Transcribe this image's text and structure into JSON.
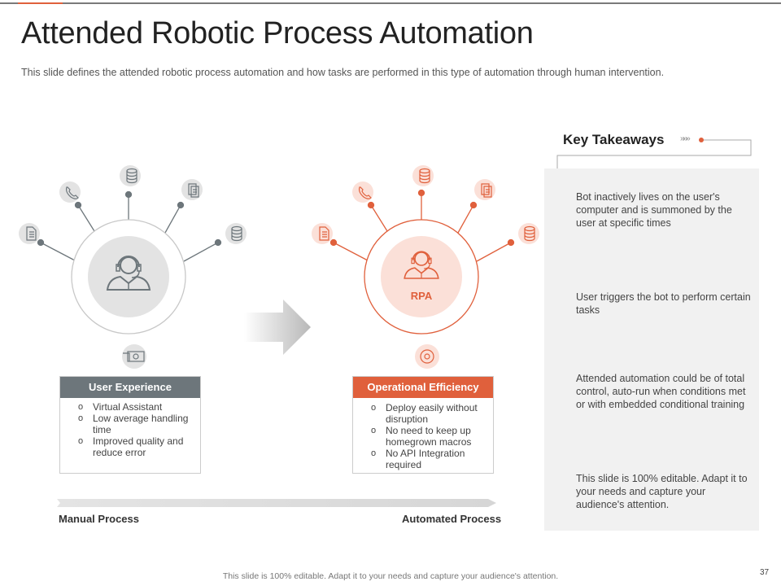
{
  "header": {
    "title": "Attended Robotic Process Automation",
    "subtitle": "This slide defines the attended robotic process automation and how tasks are performed  in this type of automation through human intervention."
  },
  "colors": {
    "accent": "#e0603c",
    "gray": "#6d767b",
    "panel": "#f1f1f1"
  },
  "left_diagram": {
    "icons": [
      "document-icon",
      "phone-icon",
      "database-icon",
      "clipboard-icon",
      "database-icon"
    ],
    "center_icon": "support-agent-icon",
    "bottom_icon": "monitor-settings-icon"
  },
  "right_diagram": {
    "center_label": "RPA",
    "icons": [
      "document-icon",
      "phone-icon",
      "database-icon",
      "clipboard-icon",
      "database-icon"
    ],
    "center_icon": "support-agent-icon",
    "bottom_icon": "gear-brain-icon"
  },
  "user_experience": {
    "title": "User Experience",
    "items": [
      "Virtual Assistant",
      "Low average handling time",
      "Improved quality and reduce error"
    ]
  },
  "operational_efficiency": {
    "title": "Operational Efficiency",
    "items": [
      "Deploy easily without disruption",
      "No need to keep up homegrown macros",
      "No API Integration required"
    ]
  },
  "process_bar": {
    "start_label": "Manual Process",
    "end_label": "Automated Process"
  },
  "key_takeaways": {
    "title": "Key Takeaways",
    "chevrons": "»»»",
    "items": [
      "Bot inactively lives on the user's computer and is summoned by the user at specific times",
      "User triggers the bot to perform certain tasks",
      "Attended automation could be of total control, auto-run when conditions met or with embedded conditional training",
      "This slide is 100% editable. Adapt it to your needs and capture your audience's attention."
    ]
  },
  "footer": {
    "text": "This slide is 100% editable. Adapt it to your needs and capture your audience's attention.",
    "page_number": "37"
  }
}
